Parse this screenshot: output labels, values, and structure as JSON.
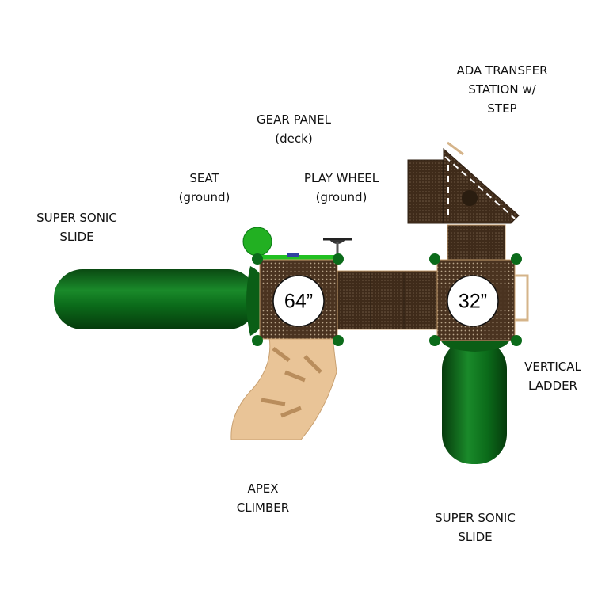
{
  "labels": {
    "ada_transfer": [
      "ADA TRANSFER",
      "STATION w/",
      "STEP"
    ],
    "gear_panel": [
      "GEAR PANEL",
      "(deck)"
    ],
    "seat": [
      "SEAT",
      "(ground)"
    ],
    "play_wheel": [
      "PLAY WHEEL",
      "(ground)"
    ],
    "slide_left": [
      "SUPER SONIC",
      "SLIDE"
    ],
    "vertical_ladder": [
      "VERTICAL",
      "LADDER"
    ],
    "apex_climber": [
      "APEX",
      "CLIMBER"
    ],
    "slide_bottom": [
      "SUPER SONIC",
      "SLIDE"
    ]
  },
  "decks": {
    "left_height": "64”",
    "right_height": "32”"
  },
  "colors": {
    "deck_brown": "#4a3320",
    "slide_green": "#0b6b1a",
    "climber_tan": "#e9c497",
    "seat_green": "#22b022"
  }
}
